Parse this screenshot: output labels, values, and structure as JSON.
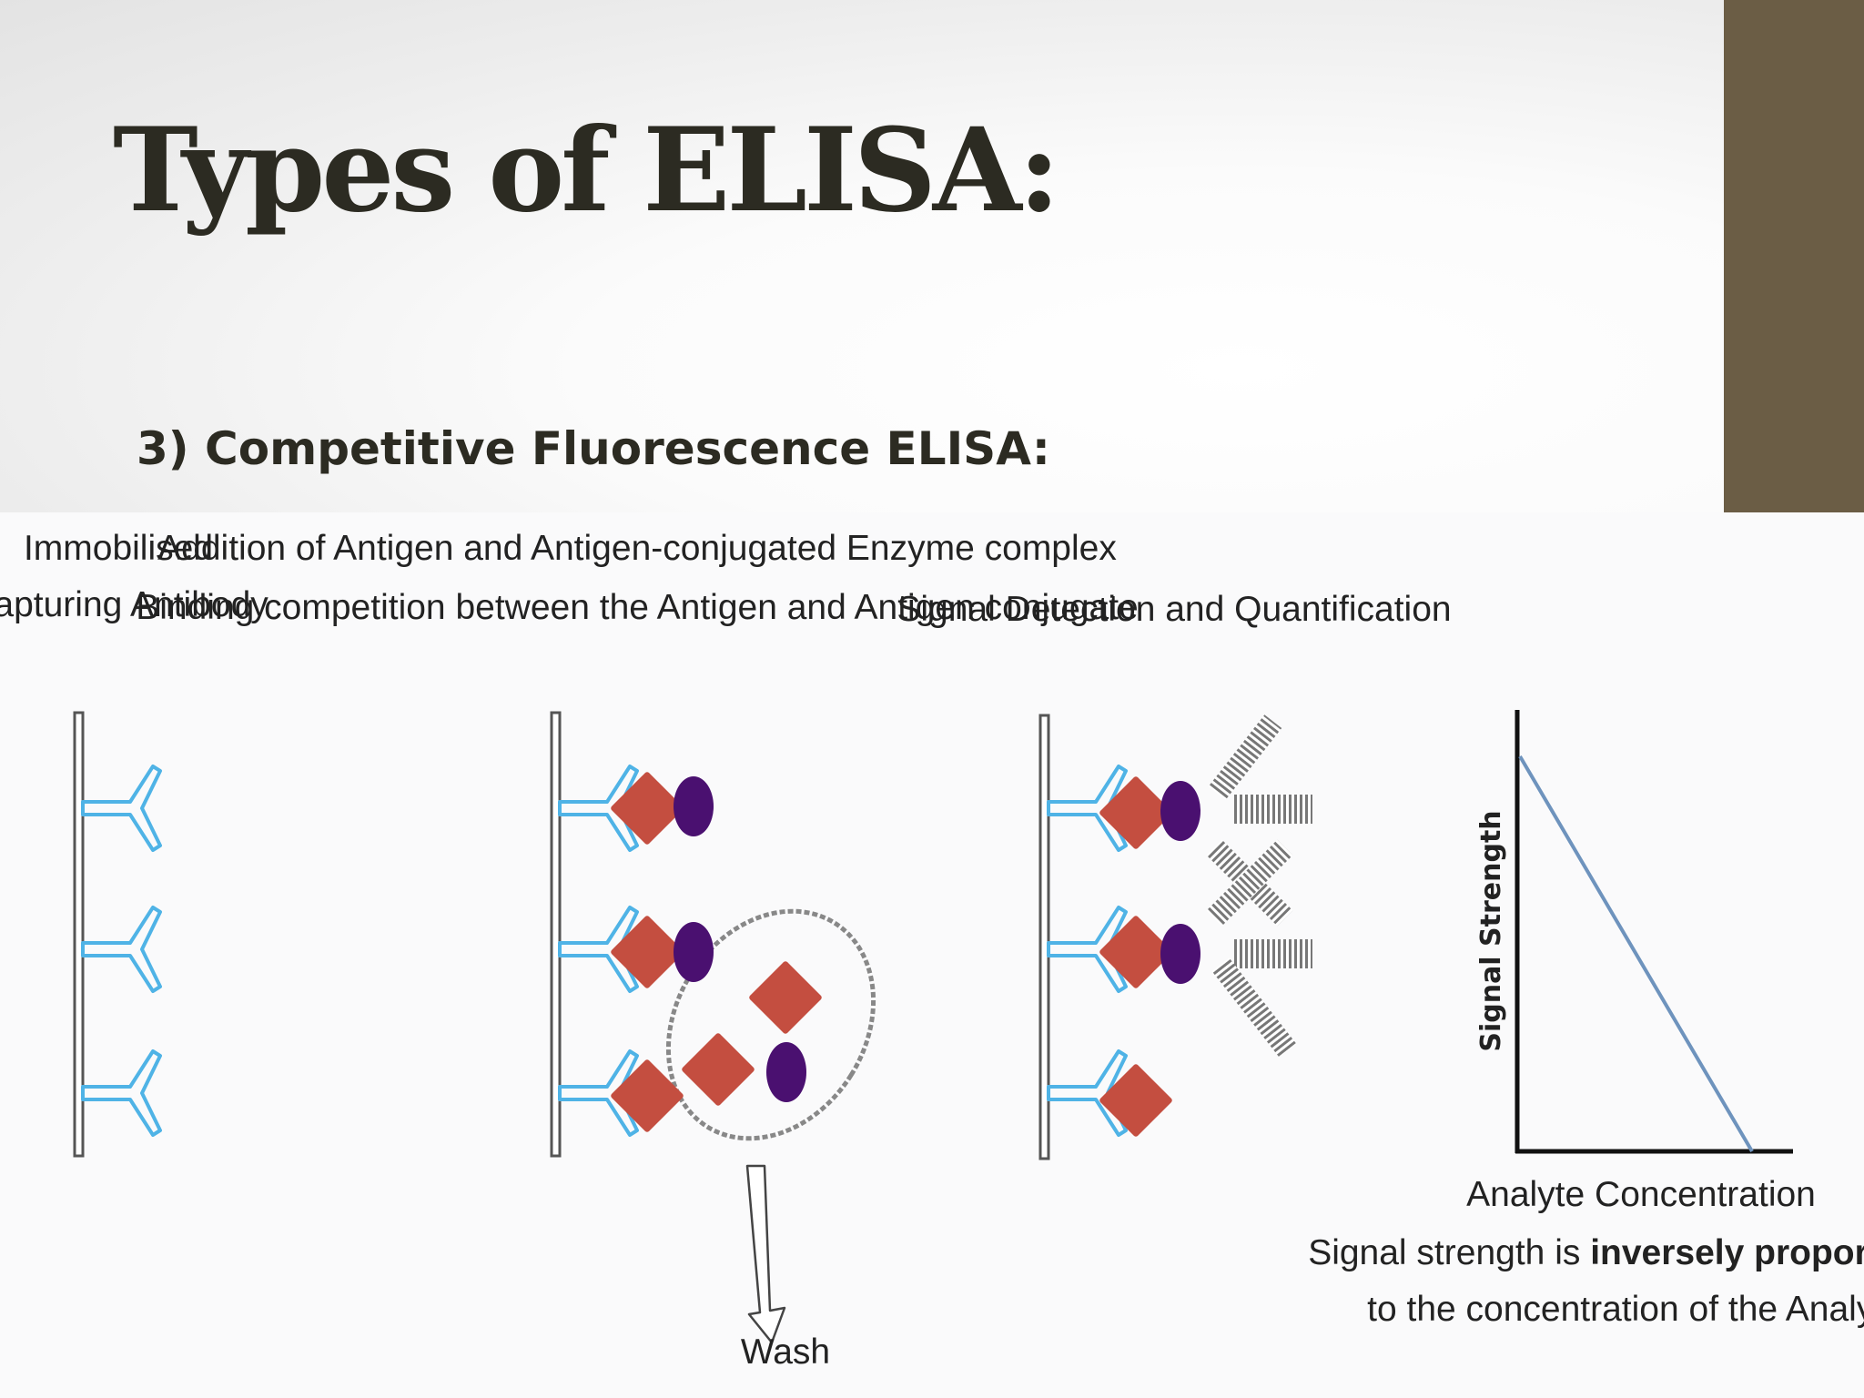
{
  "slide": {
    "title": "Types of ELISA:",
    "subtitle": "3) Competitive Fluorescence ELISA:",
    "accent_color": "#6b5d45"
  },
  "diagram": {
    "panel1": {
      "label_line1": "Immobilised",
      "label_line2": "Capturing Antibody"
    },
    "panel2": {
      "label_line1": "Addition of Antigen and Antigen-conjugated Enzyme complex",
      "label_line2": "Binding competition between the Antigen and Antigen conjugate",
      "wash_label": "Wash"
    },
    "panel3": {
      "label": "Signal Detection and Quantification"
    },
    "graph": {
      "y_label": "Signal Strength",
      "x_label": "Analyte Concentration",
      "caption_line1_pre": "Signal strength is ",
      "caption_line1_bold": "inversely proportional",
      "caption_line2": "to the concentration of the Analyte"
    },
    "colors": {
      "antibody": "#4fb3e6",
      "antigen": "#c44e40",
      "enzyme": "#4a1070",
      "signal": "#777777",
      "plate": "#555555",
      "graph_line": "#6e93bd"
    }
  }
}
